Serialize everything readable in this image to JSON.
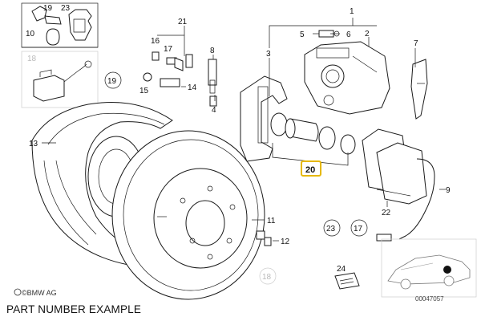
{
  "callouts": [
    {
      "id": "c1",
      "label": "1"
    },
    {
      "id": "c2",
      "label": "2"
    },
    {
      "id": "c3",
      "label": "3"
    },
    {
      "id": "c4",
      "label": "4"
    },
    {
      "id": "c5",
      "label": "5"
    },
    {
      "id": "c6",
      "label": "6"
    },
    {
      "id": "c7",
      "label": "7"
    },
    {
      "id": "c8",
      "label": "8"
    },
    {
      "id": "c9",
      "label": "9"
    },
    {
      "id": "c10",
      "label": "10"
    },
    {
      "id": "c11",
      "label": "11"
    },
    {
      "id": "c12",
      "label": "12"
    },
    {
      "id": "c13",
      "label": "13"
    },
    {
      "id": "c14",
      "label": "14"
    },
    {
      "id": "c15",
      "label": "15"
    },
    {
      "id": "c16",
      "label": "16"
    },
    {
      "id": "c17",
      "label": "17"
    },
    {
      "id": "c19a",
      "label": "19"
    },
    {
      "id": "c21",
      "label": "21"
    },
    {
      "id": "c22",
      "label": "22"
    },
    {
      "id": "c23a",
      "label": "23"
    },
    {
      "id": "c24",
      "label": "24"
    }
  ],
  "circled": [
    {
      "id": "r19",
      "label": "19"
    },
    {
      "id": "r23",
      "label": "23"
    },
    {
      "id": "r17",
      "label": "17"
    },
    {
      "id": "r18b",
      "label": "18"
    }
  ],
  "inset_grey_label": "18",
  "highlighted_part": "20",
  "copyright": "©BMW AG",
  "diagram_ref": "00047057",
  "caption": "PART NUMBER EXAMPLE",
  "colors": {
    "line": "#1a1a1a",
    "highlight": "#e6b800",
    "muted": "#bbbbbb"
  }
}
